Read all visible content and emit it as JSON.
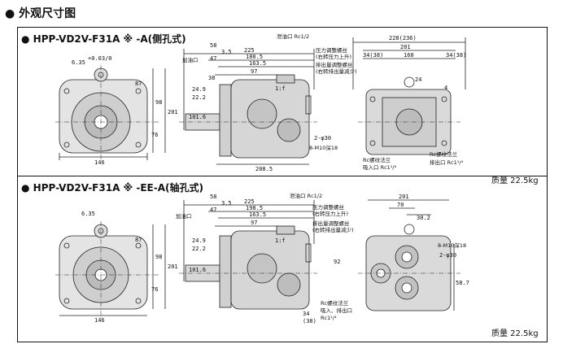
{
  "page_title": "● 外观尺寸图",
  "sections": [
    {
      "heading": "●  HPP-VD2V-F31A ※ -A(侧孔式)",
      "mass": "质量 22.5kg",
      "labels": {
        "drain": "泄油口 Rc1/2",
        "inlet": "加油口",
        "pressure_screw": "压力调整螺丝",
        "pressure_dir": "(右转压力上升)",
        "flow_screw": "排出量调整螺丝",
        "flow_dir": "(右转排出量减少)",
        "bolt": "8-M10深18",
        "thread": "Rc螺纹法兰",
        "port_in": "吸入口 Rc1¹/⁴",
        "port_out": "排出口 Rc1¹/⁴"
      },
      "dims": {
        "d1": "6.35",
        "d1tol": "+0.03/0",
        "d2": "58",
        "d3": "225",
        "d4": "180.5",
        "d5": "163.5",
        "d6": "47",
        "d7": "3.5",
        "d8": "97",
        "d9": "38",
        "d10": "101.6",
        "d11": "208.5",
        "d12": "146",
        "d13": "87",
        "d14": "201",
        "d15": "98",
        "d16": "76",
        "d17": "22.2",
        "d18": "24.9",
        "d19": "228(236)",
        "d20": "201",
        "d21": "34(38)",
        "d22": "160",
        "d23": "34(38)",
        "d24": "2-φ30",
        "d25": "24",
        "d26": "4",
        "d27": "1:f"
      }
    },
    {
      "heading": "●  HPP-VD2V-F31A ※ -EE-A(轴孔式)",
      "mass": "质量 22.5kg",
      "labels": {
        "drain": "泄油口 Rc1/2",
        "inlet": "加油口",
        "pressure_screw": "压力调整螺丝",
        "pressure_dir": "(右转压力上升)",
        "flow_screw": "排出量调整螺丝",
        "flow_dir": "(右转排出量减少)",
        "bolt": "8-M10深18",
        "thread": "Rc螺纹法兰",
        "port": "吸入、排出口",
        "port_size": "Rc1¹/⁴"
      },
      "dims": {
        "d1": "6.35",
        "d2": "58",
        "d3": "225",
        "d4": "198.5",
        "d5": "163.5",
        "d6": "47",
        "d7": "3.5",
        "d8": "97",
        "d9": "101.6",
        "d10": "146",
        "d11": "87",
        "d12": "201",
        "d13": "98",
        "d14": "76",
        "d15": "22.2",
        "d16": "24.9",
        "d17": "201",
        "d18": "70",
        "d19": "30.2",
        "d20": "2-φ30",
        "d21": "58.7",
        "d22": "92",
        "d23": "34",
        "d24": "(38)",
        "d25": "1:f"
      }
    }
  ]
}
